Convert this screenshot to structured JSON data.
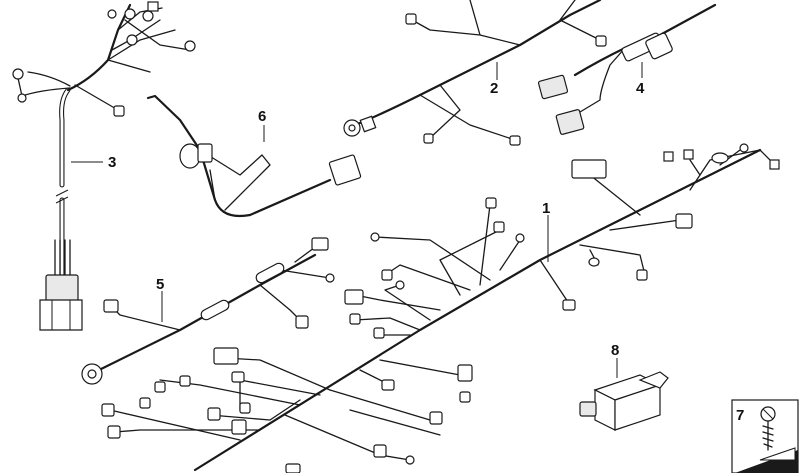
{
  "callouts": [
    {
      "id": "1",
      "label": "1"
    },
    {
      "id": "2",
      "label": "2"
    },
    {
      "id": "3",
      "label": "3"
    },
    {
      "id": "4",
      "label": "4"
    },
    {
      "id": "5",
      "label": "5"
    },
    {
      "id": "6",
      "label": "6"
    },
    {
      "id": "7",
      "label": "7"
    },
    {
      "id": "8",
      "label": "8"
    }
  ],
  "parts": [
    {
      "callout": "1",
      "icon": "main-wiring-harness"
    },
    {
      "callout": "2",
      "icon": "branch-wiring-harness"
    },
    {
      "callout": "3",
      "icon": "upper-wiring-harness"
    },
    {
      "callout": "4",
      "icon": "adapter-lead"
    },
    {
      "callout": "5",
      "icon": "connector-lead"
    },
    {
      "callout": "6",
      "icon": "sensor-lead"
    },
    {
      "callout": "7",
      "icon": "screw"
    },
    {
      "callout": "8",
      "icon": "plug-connector"
    }
  ],
  "colors": {
    "line": "#1a1a1a",
    "background": "#ffffff"
  }
}
